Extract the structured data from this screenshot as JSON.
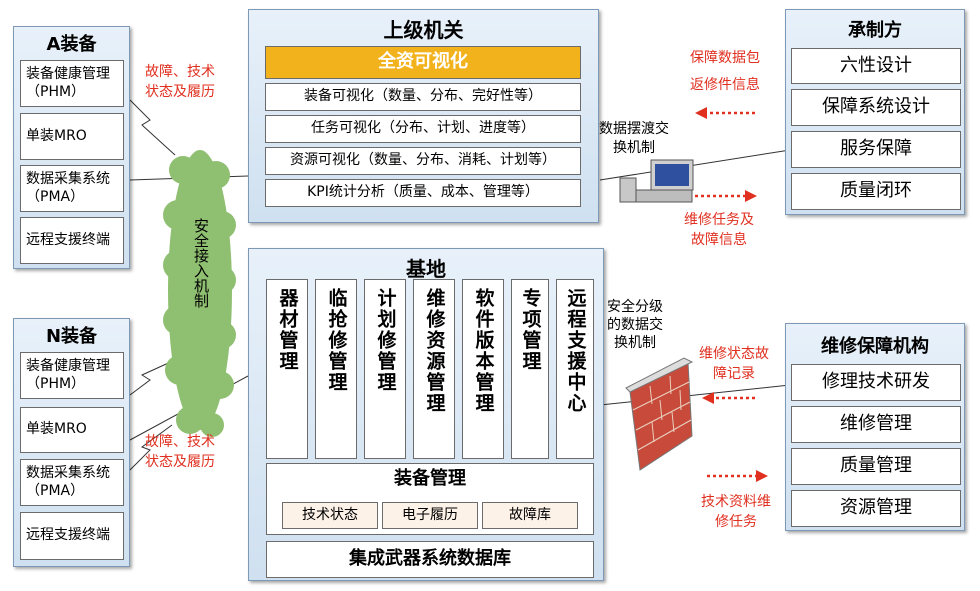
{
  "a_equip": {
    "title": "A装备",
    "items": [
      "装备健康管理（PHM）",
      "单装MRO",
      "数据采集系统（PMA）",
      "远程支援终端"
    ]
  },
  "n_equip": {
    "title": "N装备",
    "items": [
      "装备健康管理（PHM）",
      "单装MRO",
      "数据采集系统（PMA）",
      "远程支援终端"
    ]
  },
  "labels": {
    "fault_top": "故障、技术状态及履历",
    "fault_bottom": "故障、技术状态及履历",
    "secure_access": "安全接入机制",
    "ferry": "数据摆渡交换机制",
    "secure_grading": "安全分级的数据交换机制",
    "guarantee_data": "保障数据包",
    "return_info": "返修件信息",
    "repair_task_fault": "维修任务及故障信息",
    "repair_status": "维修状态故障记录",
    "tech_data": "技术资料维修任务"
  },
  "superior": {
    "title": "上级机关",
    "highlight": "全资可视化",
    "items": [
      "装备可视化（数量、分布、完好性等）",
      "任务可视化（分布、计划、进度等）",
      "资源可视化（数量、分布、消耗、计划等）",
      "KPI统计分析（质量、成本、管理等）"
    ]
  },
  "base": {
    "title": "基地",
    "modules": [
      "器材管理",
      "临抢修管理",
      "计划修管理",
      "维修资源管理",
      "软件版本管理",
      "专项管理",
      "远程支援中心"
    ],
    "equip_mgmt": "装备管理",
    "sub": [
      "技术状态",
      "电子履历",
      "故障库"
    ],
    "db": "集成武器系统数据库"
  },
  "manufacturer": {
    "title": "承制方",
    "items": [
      "六性设计",
      "保障系统设计",
      "服务保障",
      "质量闭环"
    ]
  },
  "maintenance": {
    "title": "维修保障机构",
    "items": [
      "修理技术研发",
      "维修管理",
      "质量管理",
      "资源管理"
    ]
  },
  "colors": {
    "highlight": "#f2b21c",
    "annotation": "#e03020",
    "cloud": "#8fbf70"
  }
}
